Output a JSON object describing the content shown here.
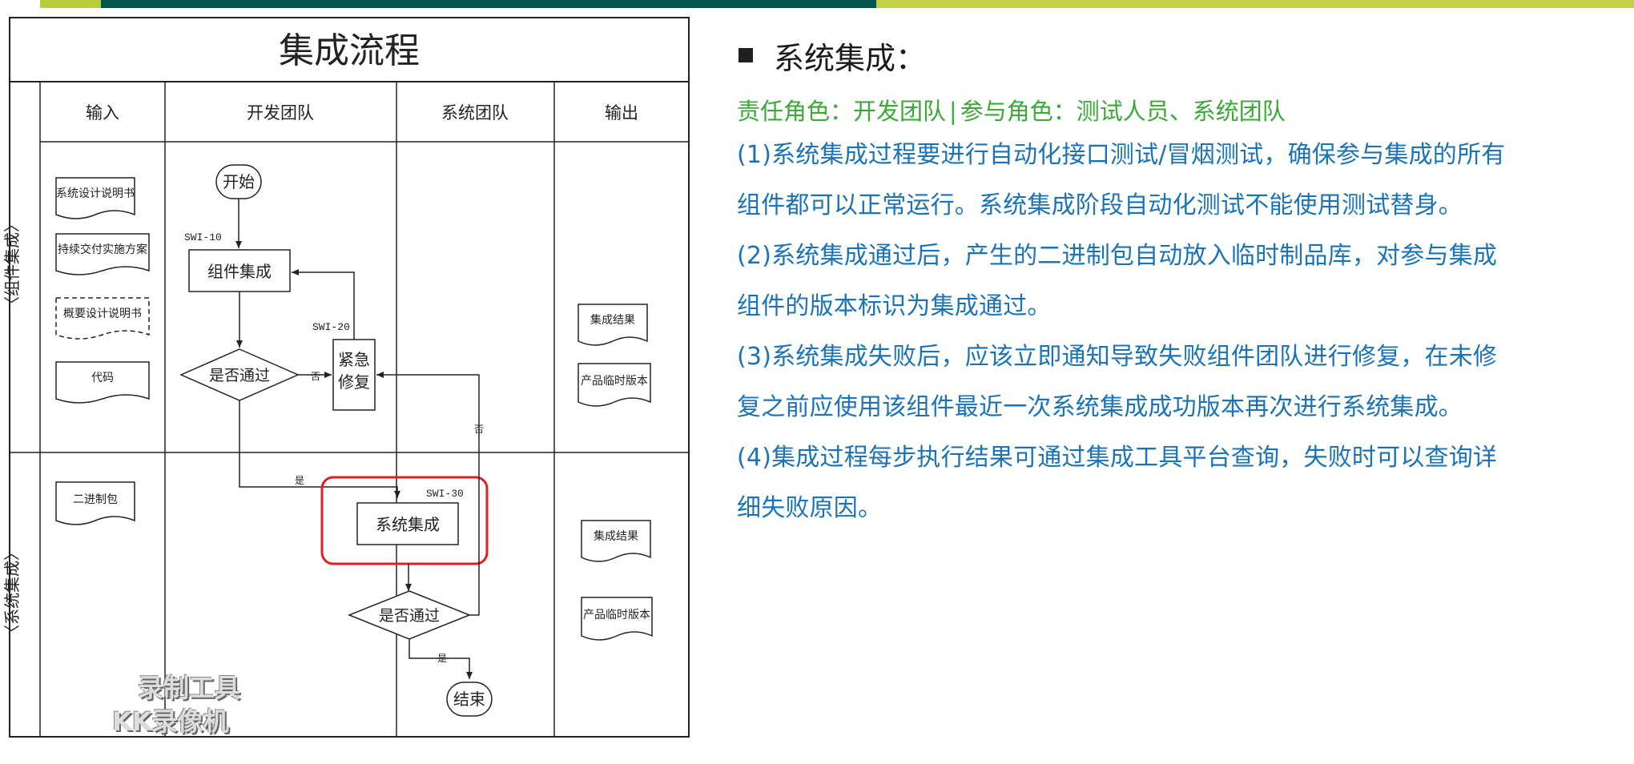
{
  "flow": {
    "title": "集成流程",
    "headers": {
      "input": "输入",
      "dev": "开发团队",
      "sys": "系统团队",
      "output": "输出"
    },
    "swimlanes": {
      "component": "〈组件集成〉",
      "system": "〈系统集成〉"
    },
    "docs": {
      "sys_design": "系统设计说明书",
      "cd_plan": "持续交付实施方案",
      "outline_design": "概要设计说明书",
      "code": "代码",
      "binary": "二进制包",
      "result1": "集成结果",
      "temp1": "产品临时版本",
      "result2": "集成结果",
      "temp2": "产品临时版本"
    },
    "nodes": {
      "start": "开始",
      "component_integration": "组件集成",
      "pass1": "是否通过",
      "urgent_fix": "紧急修复",
      "system_integration": "系统集成",
      "pass2": "是否通过",
      "end": "结束"
    },
    "ids": {
      "swi10": "SWI-10",
      "swi20": "SWI-20",
      "swi30": "SWI-30"
    },
    "edge_labels": {
      "no1": "否",
      "no2": "否",
      "yes1": "是",
      "yes2": "是"
    }
  },
  "watermark": {
    "line1": "录制工具",
    "line2": "KK录像机"
  },
  "panel": {
    "heading": "系统集成：",
    "roles_left": "责任角色：开发团队",
    "roles_sep": "|",
    "roles_right": "参与角色：测试人员、系统团队",
    "lines": [
      "(1)系统集成过程要进行自动化接口测试/冒烟测试，确保参与集成的所有",
      "组件都可以正常运行。系统集成阶段自动化测试不能使用测试替身。",
      "(2)系统集成通过后，产生的二进制包自动放入临时制品库，对参与集成",
      "组件的版本标识为集成通过。",
      "(3)系统集成失败后，应该立即通知导致失败组件团队进行修复，在未修",
      "复之前应使用该组件最近一次系统集成成功版本再次进行系统集成。",
      "(4)集成过程每步执行结果可通过集成工具平台查询，失败时可以查询详",
      "细失败原因。"
    ]
  },
  "colors": {
    "highlight": "#e02020",
    "line_text": "#1a73b8",
    "role_text": "#3aa935"
  }
}
